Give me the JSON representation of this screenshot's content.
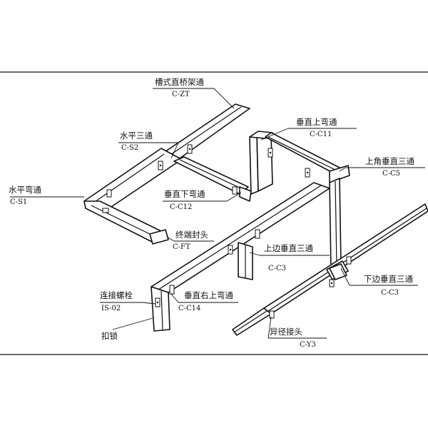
{
  "labels": {
    "trough_straight": {
      "name": "槽式直桥架通",
      "code": "C-ZT"
    },
    "vertical_up_elbow": {
      "name": "垂直上弯通",
      "code": "C-C11"
    },
    "horizontal_tee": {
      "name": "水平三通",
      "code": "C-S2"
    },
    "upper_corner_vertical_tee": {
      "name": "上角垂直三通",
      "code": "C-C5"
    },
    "horizontal_elbow": {
      "name": "水平弯通",
      "code": "C-S1"
    },
    "vertical_down_elbow": {
      "name": "垂直下弯通",
      "code": "C-C12"
    },
    "end_cap": {
      "name": "终端封头",
      "code": "C-FT"
    },
    "upper_side_vertical_tee": {
      "name": "上边垂直三通",
      "code": "C-C3"
    },
    "lower_vertical_tee": {
      "name": "下边垂直三通",
      "code": "C-C3"
    },
    "connecting_bolt": {
      "name": "连接螺栓",
      "code": "IS-02"
    },
    "vertical_right_up_elbow": {
      "name": "垂直右上弯通",
      "code": "C-C14"
    },
    "buckle_lock": {
      "name": "扣锁",
      "code": ""
    },
    "reducer": {
      "name": "异径接头",
      "code": "C-Y3"
    }
  }
}
